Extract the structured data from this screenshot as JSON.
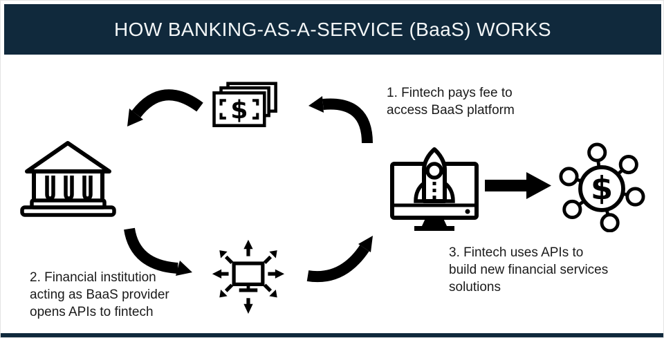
{
  "header": {
    "title": "HOW BANKING-AS-A-SERVICE (BaaS) WORKS"
  },
  "diagram": {
    "currency_symbol": "$",
    "steps": [
      {
        "label_lines": [
          "1. Fintech pays fee to",
          "access BaaS platform"
        ]
      },
      {
        "label_lines": [
          "2. Financial institution",
          "acting as BaaS provider",
          "opens APIs to fintech"
        ]
      },
      {
        "label_lines": [
          "3. Fintech uses APIs to",
          "build new financial services",
          "solutions"
        ]
      }
    ],
    "icons": [
      {
        "name": "money-bills-icon"
      },
      {
        "name": "bank-icon"
      },
      {
        "name": "api-expand-icon"
      },
      {
        "name": "rocket-launch-monitor-icon"
      },
      {
        "name": "dollar-network-icon"
      }
    ],
    "arrows": [
      {
        "name": "curved-arrow-money-to-bank"
      },
      {
        "name": "curved-arrow-fintech-to-money"
      },
      {
        "name": "curved-arrow-bank-to-apis"
      },
      {
        "name": "curved-arrow-apis-to-fintech"
      },
      {
        "name": "straight-arrow-fintech-to-solutions"
      }
    ]
  },
  "colors": {
    "header_bg": "#10293C",
    "footer_bg": "#10293C",
    "title_text": "#F3F6F7",
    "body_text": "#1A1A1A",
    "icon_ink": "#000000",
    "canvas_bg": "#FFFFFF"
  }
}
